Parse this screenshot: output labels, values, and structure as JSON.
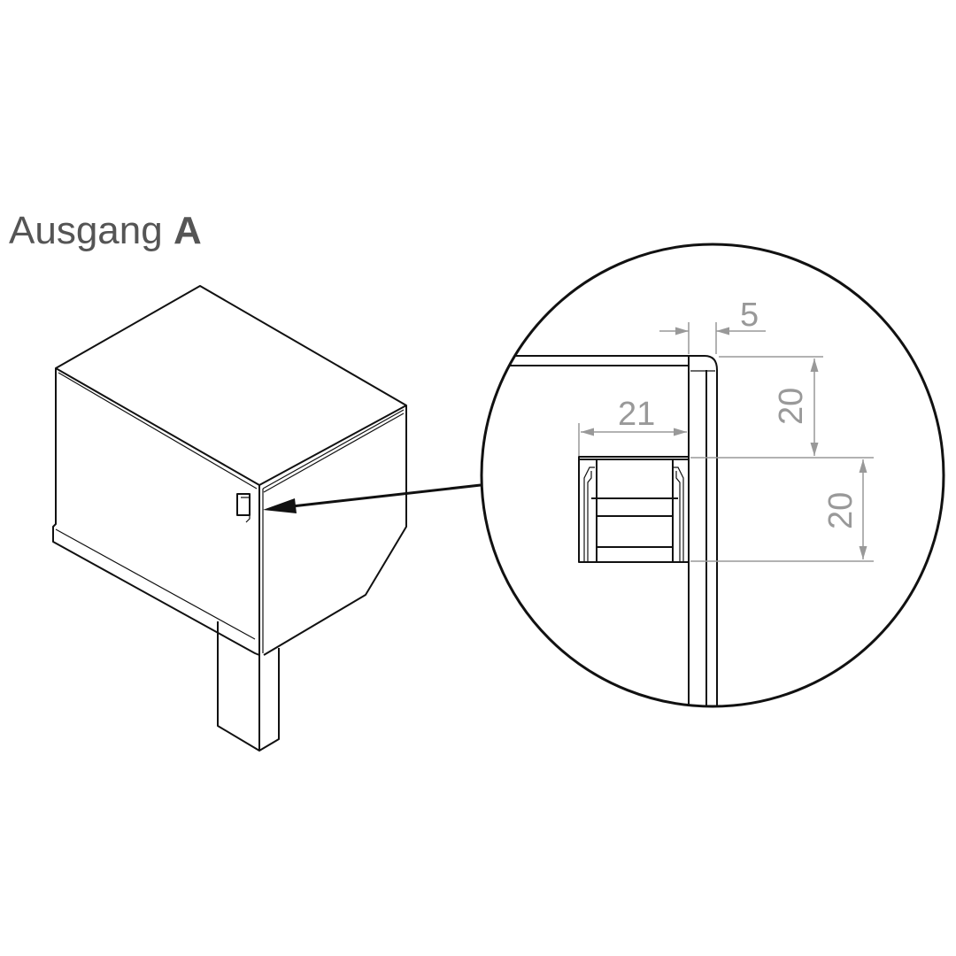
{
  "title": {
    "text": "Ausgang",
    "letter": "A"
  },
  "dimensions": {
    "gap": "5",
    "width": "21",
    "height_upper": "20",
    "height_lower": "20"
  },
  "colors": {
    "line": "#111111",
    "dimension": "#999999",
    "title": "#555555"
  }
}
